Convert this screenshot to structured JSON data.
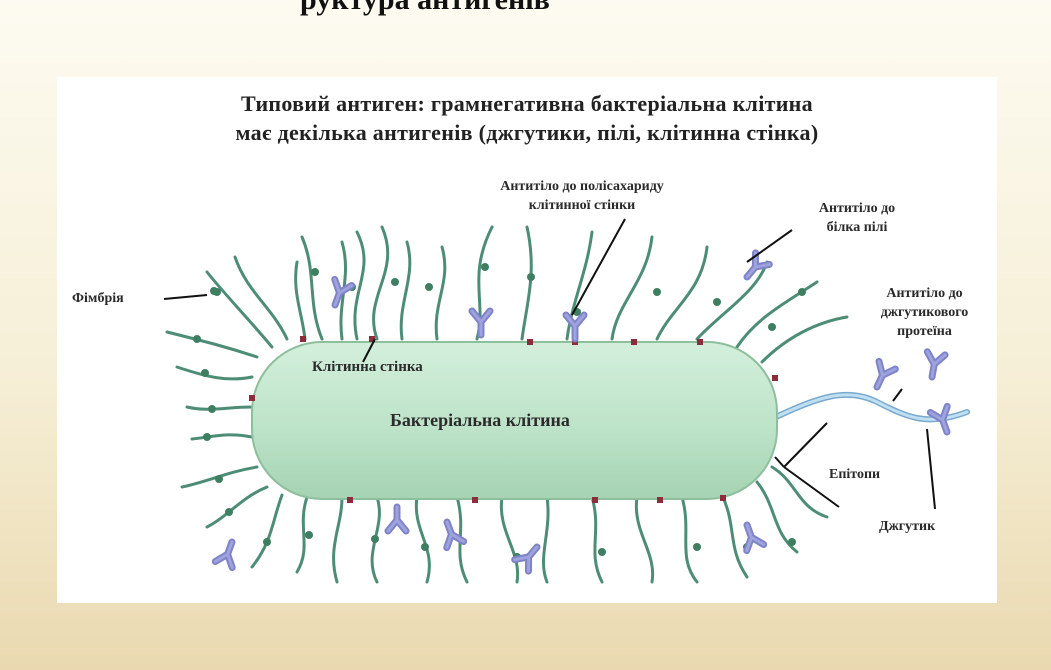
{
  "slide": {
    "top_partial_text": "руктура антигенів"
  },
  "diagram": {
    "title_line1": "Типовий антиген: грамнегативна бактеріальна клітина",
    "title_line2": "має декілька антигенів (джгутики, пілі, клітинна стінка)",
    "labels": {
      "fimbria": "Фімбрія",
      "cell_wall": "Клітинна стінка",
      "bacterial_cell": "Бактеріальна клітина",
      "antibody_polysaccharide_l1": "Антитіло до полісахариду",
      "antibody_polysaccharide_l2": "клітинної стінки",
      "antibody_pili_l1": "Антитіло до",
      "antibody_pili_l2": "білка пілі",
      "antibody_flagellar_l1": "Антитіло до",
      "antibody_flagellar_l2": "джгутикового",
      "antibody_flagellar_l3": "протеїна",
      "epitopes": "Епітопи",
      "flagellum": "Джгутик"
    },
    "colors": {
      "cell_fill": "#bde3c8",
      "fimbria": "#4e8d75",
      "antibody": "#8a8fd2",
      "flagellum": "#9fc6e3",
      "epitope": "#8c2d3c"
    }
  }
}
